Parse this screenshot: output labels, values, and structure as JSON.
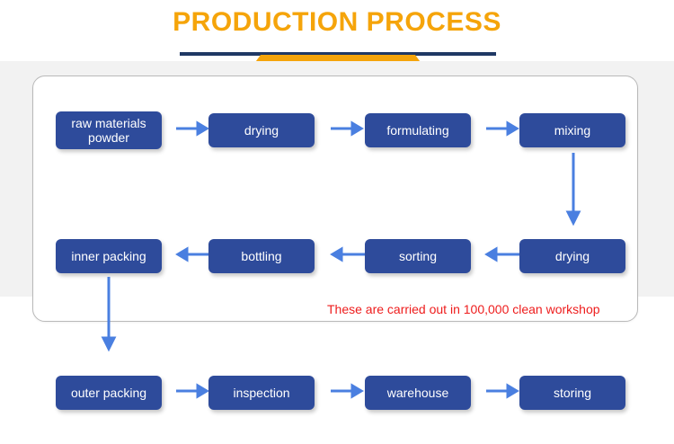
{
  "header": {
    "title": "PRODUCTION PROCESS",
    "title_color": "#f5a40a",
    "rule_color": "#1f3864",
    "banner_color": "#f5a40a"
  },
  "theme": {
    "box_fill": "#2e4b9b",
    "box_text": "#ffffff",
    "arrow_color": "#4a7fe0",
    "note_color": "#ee1c1c",
    "band_color": "#f2f2f2",
    "container_border": "#b9b9b9"
  },
  "diagram": {
    "type": "flowchart",
    "note": "These are carried out in 100,000 clean workshop",
    "rows": [
      {
        "id": "row-1",
        "direction": "left-to-right",
        "steps": [
          {
            "id": "raw-materials-powder",
            "label": "raw materials\npowder"
          },
          {
            "id": "drying-1",
            "label": "drying"
          },
          {
            "id": "formulating",
            "label": "formulating"
          },
          {
            "id": "mixing",
            "label": "mixing"
          }
        ]
      },
      {
        "id": "row-2",
        "direction": "right-to-left",
        "steps": [
          {
            "id": "inner-packing",
            "label": "inner packing"
          },
          {
            "id": "bottling",
            "label": "bottling"
          },
          {
            "id": "sorting",
            "label": "sorting"
          },
          {
            "id": "drying-2",
            "label": "drying"
          }
        ]
      },
      {
        "id": "row-3",
        "direction": "left-to-right",
        "steps": [
          {
            "id": "outer-packing",
            "label": "outer packing"
          },
          {
            "id": "inspection",
            "label": "inspection"
          },
          {
            "id": "warehouse",
            "label": "warehouse"
          },
          {
            "id": "storing",
            "label": "storing"
          }
        ]
      }
    ],
    "connectors": [
      {
        "id": "mixing-to-drying",
        "from": "mixing",
        "to": "drying-2",
        "orientation": "vertical-down"
      },
      {
        "id": "inner-packing-to-outer-packing",
        "from": "inner-packing",
        "to": "outer-packing",
        "orientation": "vertical-down"
      }
    ]
  }
}
